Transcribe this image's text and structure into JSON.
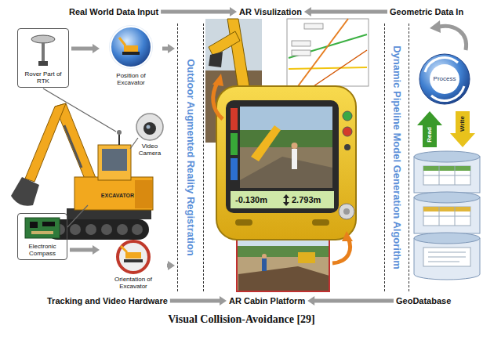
{
  "diagram": {
    "caption": "Visual Collision-Avoidance [29]",
    "nodes": [
      {
        "text": [
          "Real World Data Input"
        ]
      },
      {
        "text": [
          "AR Visulization"
        ]
      },
      {
        "text": [
          "Geometric Data In"
        ]
      },
      {
        "text": [
          "Rover Part of RTK"
        ]
      },
      {
        "text": [
          "Position of Excavator"
        ]
      },
      {
        "text": [
          "Video Camera"
        ]
      },
      {
        "text": [
          "Electronic Compass"
        ]
      },
      {
        "text": [
          "Orientation of Excavator"
        ]
      },
      {
        "text": [
          "Outdoor Augmented Reality Registration"
        ]
      },
      {
        "text": [
          "-0.130m",
          "2.793m"
        ]
      },
      {
        "text": [
          "Dynamic Pipeline Model Generation Algorithm"
        ]
      },
      {
        "text": [
          "Process"
        ]
      },
      {
        "text": [
          "Tracking and Video Hardware"
        ]
      },
      {
        "text": [
          "AR Cabin Platform"
        ]
      },
      {
        "text": [
          "GeoDatabase"
        ]
      }
    ],
    "edges": [
      {
        "from": 0,
        "to": 1,
        "arrow": "to"
      },
      {
        "from": 2,
        "to": 1,
        "arrow": "to"
      },
      {
        "from": 3,
        "to": 4,
        "arrow": "to"
      },
      {
        "from": 4,
        "to": 8,
        "arrow": "to"
      },
      {
        "from": 6,
        "to": 7,
        "arrow": "to"
      },
      {
        "from": 7,
        "to": 8,
        "arrow": "to"
      },
      {
        "from": 12,
        "to": 13,
        "arrow": "to"
      },
      {
        "from": 14,
        "to": 13,
        "arrow": "to"
      }
    ],
    "labels": [
      "EXCAVATOR",
      "Read",
      "Write"
    ]
  }
}
